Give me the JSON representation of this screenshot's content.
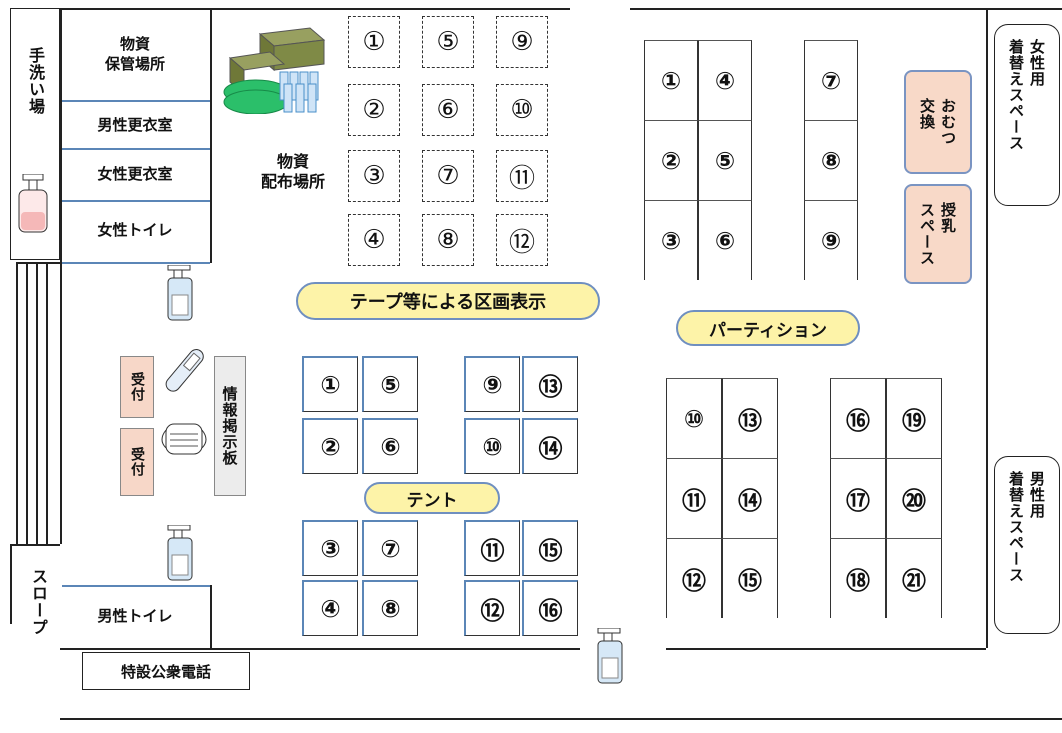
{
  "left_rooms": {
    "handwash": "手洗い場",
    "supply_storage": "物資\n保管場所",
    "male_changing": "男性更衣室",
    "female_changing": "女性更衣室",
    "female_toilet": "女性トイレ",
    "male_toilet": "男性トイレ",
    "slope": "スロープ",
    "phone": "特設公衆電話"
  },
  "reception": [
    "受付",
    "受付"
  ],
  "bulletin": "情報掲示板",
  "distribution": "物資\n配布場所",
  "supply_grid": [
    "①",
    "⑤",
    "⑨",
    "②",
    "⑥",
    "⑩",
    "③",
    "⑦",
    "⑪",
    "④",
    "⑧",
    "⑫"
  ],
  "tape_label": "テープ等による区画表示",
  "tent_label": "テント",
  "partition_label": "パーティション",
  "tents": [
    "①",
    "⑤",
    "⑨",
    "⑬",
    "②",
    "⑥",
    "⑩",
    "⑭",
    "③",
    "⑦",
    "⑪",
    "⑮",
    "④",
    "⑧",
    "⑫",
    "⑯"
  ],
  "partitions_top": [
    "①",
    "④",
    "⑦",
    "②",
    "⑤",
    "⑧",
    "③",
    "⑥",
    "⑨"
  ],
  "partitions_bottom": [
    "⑩",
    "⑬",
    "⑯",
    "⑲",
    "⑪",
    "⑭",
    "⑰",
    "⑳",
    "⑫",
    "⑮",
    "⑱",
    "㉑"
  ],
  "diaper": "おむつ\n交換",
  "nursing": "授乳\nスペース",
  "female_dress": "女性用\n着替えスペース",
  "male_dress": "男性用\n着替えスペース",
  "colors": {
    "accent_line": "#5b86b7",
    "pill_fill": "#fdf3a8",
    "pink_fill": "#f8d9c8"
  }
}
